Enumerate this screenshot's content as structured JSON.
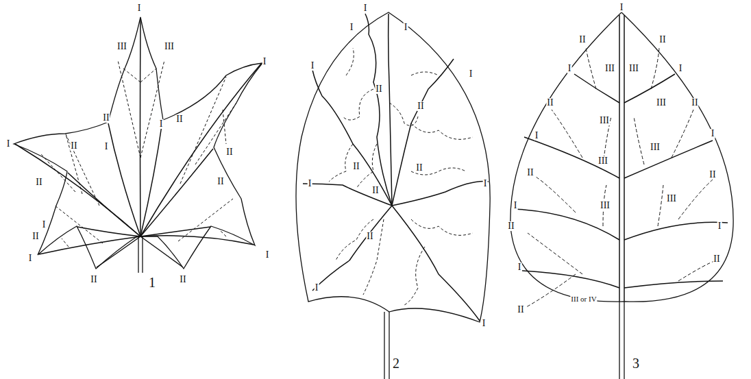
{
  "diagram": {
    "labels": [
      "I",
      "III",
      "III",
      "II",
      "I",
      "II",
      "I",
      "II",
      "I",
      "I",
      "II",
      "II",
      "II",
      "I",
      "II",
      "I",
      "II",
      "I",
      "II",
      "1",
      "I",
      "I",
      "I",
      "I",
      "I",
      "II",
      "II",
      "I",
      "I",
      "II",
      "II",
      "II",
      "I",
      "II",
      "I",
      "2",
      "I",
      "II",
      "II",
      "III",
      "III",
      "I",
      "I",
      "II",
      "II",
      "III",
      "III",
      "I",
      "III",
      "I",
      "III",
      "II",
      "II",
      "I",
      "II",
      "III",
      "III",
      "I",
      "II",
      "I",
      "III or IV",
      "II",
      "3"
    ]
  }
}
